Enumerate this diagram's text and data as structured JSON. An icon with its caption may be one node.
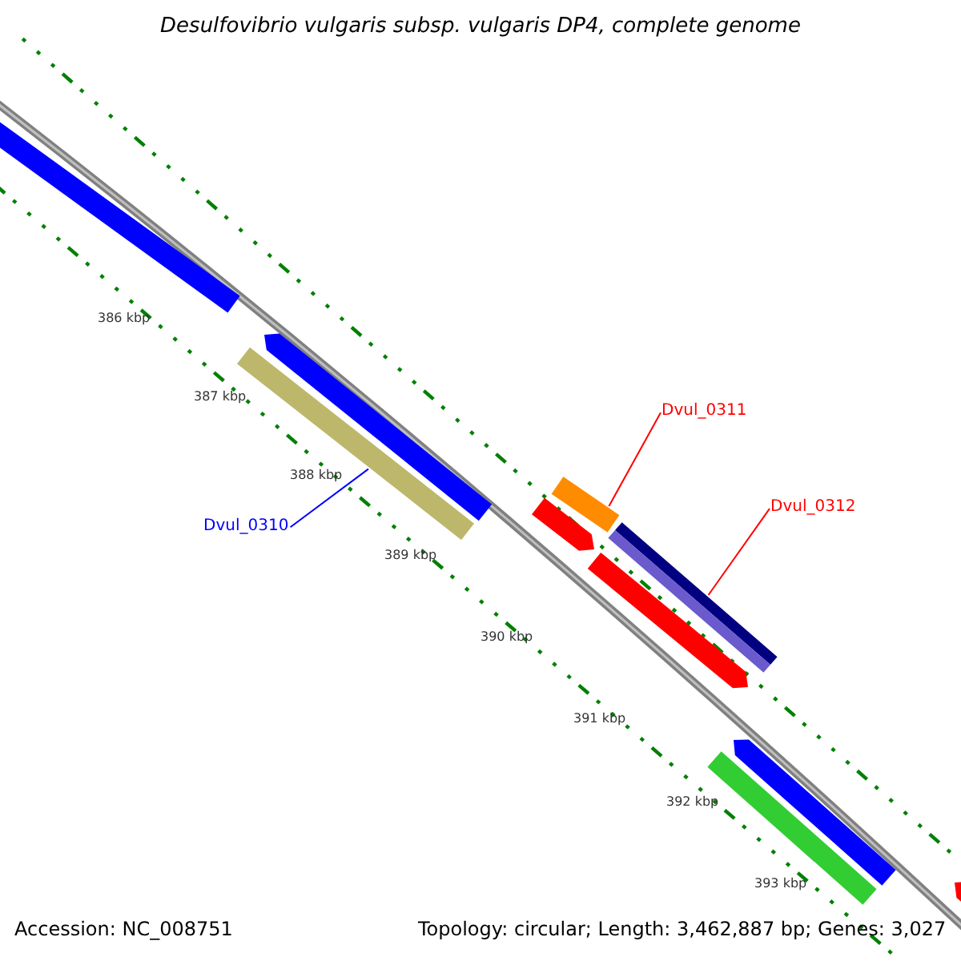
{
  "diagram": {
    "title": "Desulfovibrio vulgaris subsp. vulgaris DP4, complete genome",
    "nodes": [
      {
        "text": [
          "Dvul_0310"
        ]
      },
      {
        "text": [
          "Dvul_0311"
        ]
      },
      {
        "text": [
          "Dvul_0312"
        ]
      },
      {
        "text": [],
        "shape": "bar"
      },
      {
        "text": [],
        "shape": "bar"
      },
      {
        "text": [],
        "shape": "bar"
      },
      {
        "text": [],
        "shape": "bar"
      },
      {
        "text": [],
        "shape": "bar"
      },
      {
        "text": [],
        "shape": "bar"
      },
      {
        "text": [],
        "shape": "bar"
      },
      {
        "text": [],
        "shape": "bar"
      },
      {
        "text": [],
        "shape": "bar"
      },
      {
        "text": [],
        "shape": "bar"
      }
    ],
    "edges": [
      {
        "from": 0,
        "to": 5,
        "arrow": "none",
        "color": "#0000ff"
      },
      {
        "from": 1,
        "to": 6,
        "arrow": "none"
      },
      {
        "from": 2,
        "to": 8,
        "arrow": "none"
      }
    ],
    "labels": [
      "386 kbp",
      "387 kbp",
      "388 kbp",
      "389 kbp",
      "390 kbp",
      "391 kbp",
      "392 kbp",
      "393 kbp",
      "Accession: NC_008751",
      "Topology: circular; Length: 3,462,887 bp; Genes: 3,027"
    ]
  }
}
